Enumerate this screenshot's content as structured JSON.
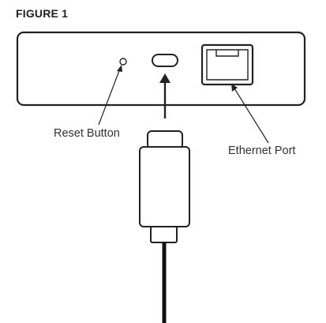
{
  "figure": {
    "title": "FIGURE 1"
  },
  "labels": {
    "reset_button": "Reset Button",
    "ethernet_port": "Ethernet Port"
  },
  "colors": {
    "stroke": "#222222",
    "background": "#ffffff",
    "text": "#333333"
  }
}
